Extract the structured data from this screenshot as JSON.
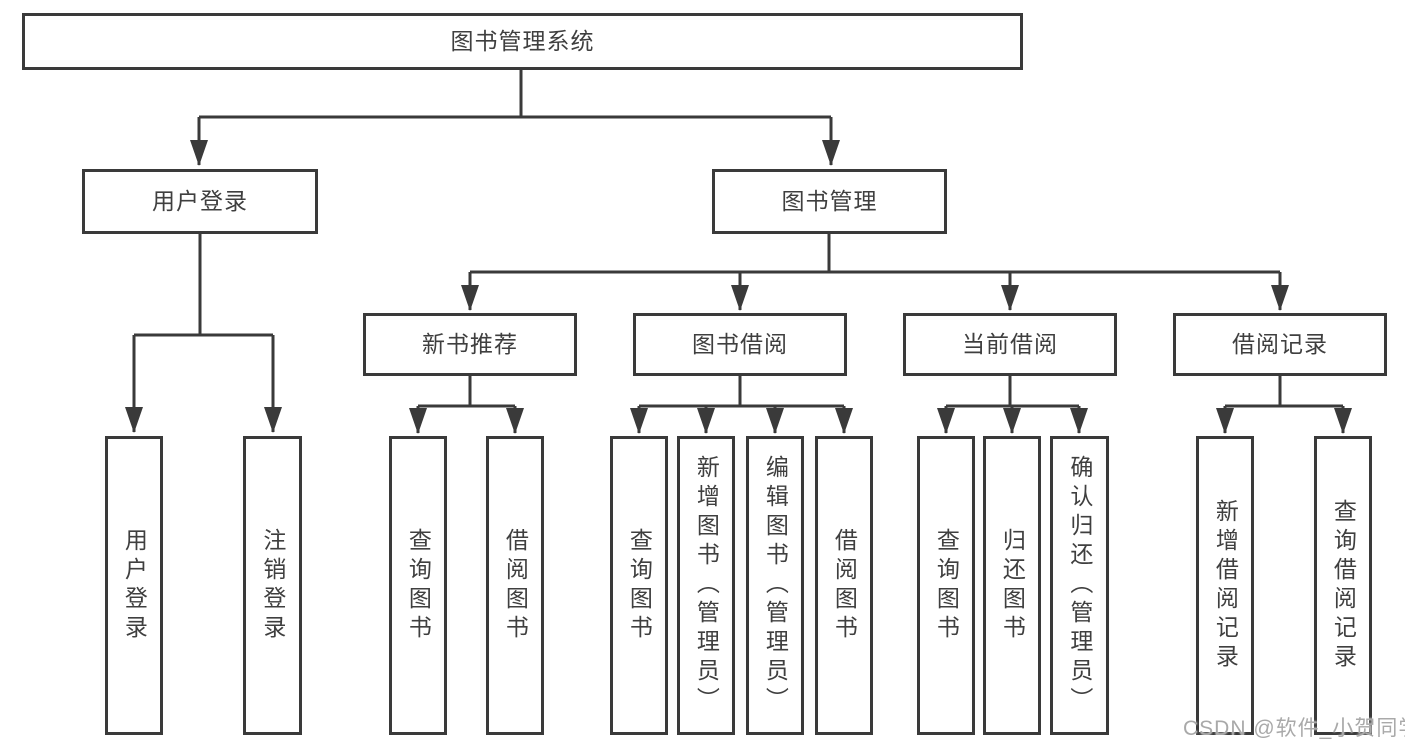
{
  "diagram": {
    "type": "hierarchy-tree",
    "root": {
      "label": "图书管理系统",
      "children": [
        {
          "label": "用户登录",
          "children": [
            {
              "label": "用户登录"
            },
            {
              "label": "注销登录"
            }
          ]
        },
        {
          "label": "图书管理",
          "children": [
            {
              "label": "新书推荐",
              "children": [
                {
                  "label": "查询图书"
                },
                {
                  "label": "借阅图书"
                }
              ]
            },
            {
              "label": "图书借阅",
              "children": [
                {
                  "label": "查询图书"
                },
                {
                  "label": "新增图书（管理员）"
                },
                {
                  "label": "编辑图书（管理员）"
                },
                {
                  "label": "借阅图书"
                }
              ]
            },
            {
              "label": "当前借阅",
              "children": [
                {
                  "label": "查询图书"
                },
                {
                  "label": "归还图书"
                },
                {
                  "label": "确认归还（管理员）"
                }
              ]
            },
            {
              "label": "借阅记录",
              "children": [
                {
                  "label": "新增借阅记录"
                },
                {
                  "label": "查询借阅记录"
                }
              ]
            }
          ]
        }
      ]
    }
  },
  "watermark": {
    "text": "CSDN @软件_小贺同学"
  },
  "colors": {
    "line": "#3a3a3a",
    "text": "#3f3f3f",
    "background": "#ffffff",
    "watermark": "#a9a9a9"
  }
}
